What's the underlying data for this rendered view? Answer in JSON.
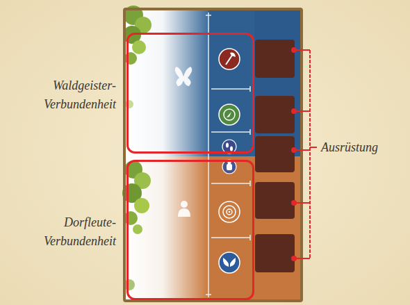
{
  "diagram": {
    "nodes": [
      {
        "text": [
          "Waldgeister-Verbundenheit"
        ]
      },
      {
        "text": [
          "Dorfleute-Verbundenheit"
        ]
      }
    ],
    "labels": [
      "Ausrüstung"
    ]
  }
}
